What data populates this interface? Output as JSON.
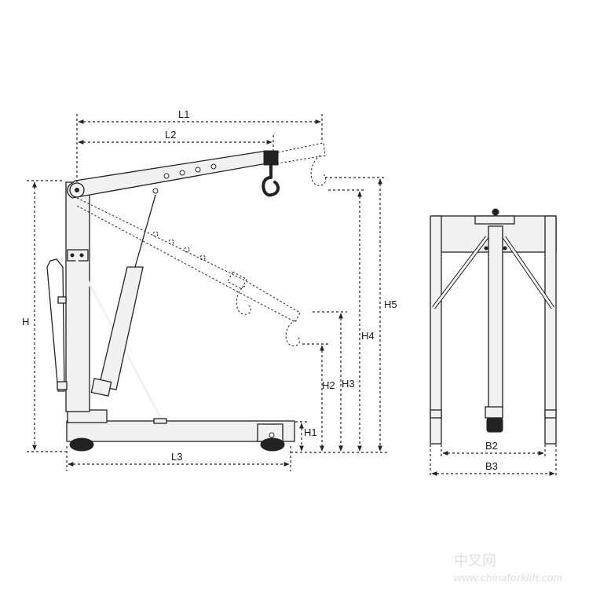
{
  "dimensions": {
    "L1": "L1",
    "L2": "L2",
    "L3": "L3",
    "H": "H",
    "H1": "H1",
    "H2": "H2",
    "H3": "H3",
    "H4": "H4",
    "H5": "H5",
    "B2": "B2",
    "B3": "B3"
  },
  "watermark": {
    "brand": "中叉网",
    "url": "www.chinaforklift.com"
  }
}
